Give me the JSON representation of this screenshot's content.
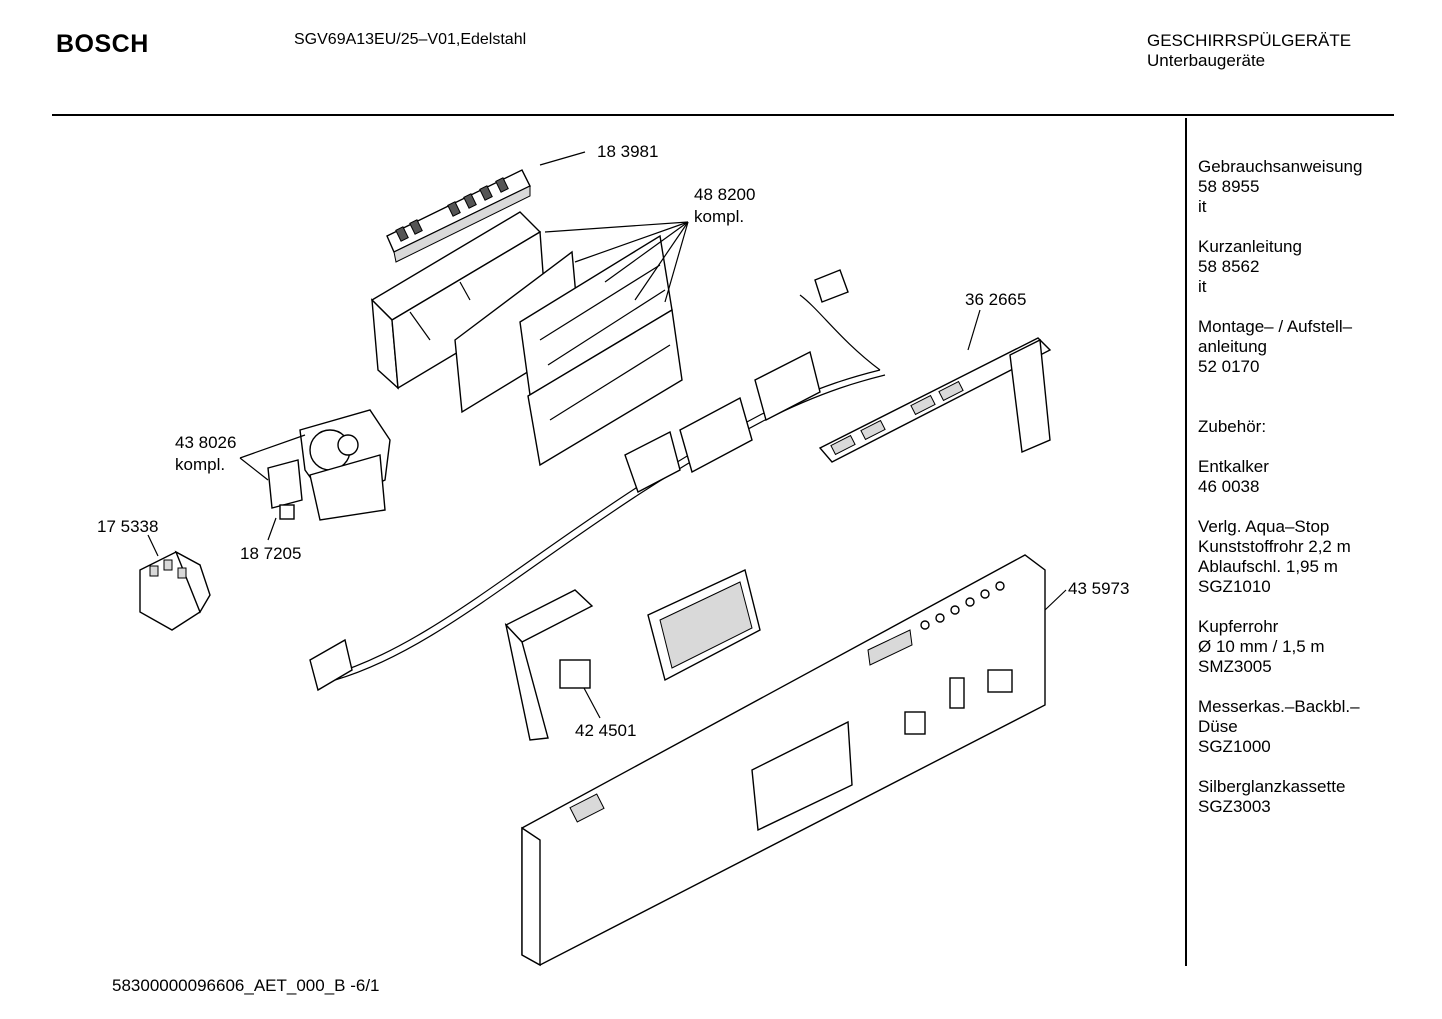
{
  "header": {
    "brand": "BOSCH",
    "model": "SGV69A13EU/25–V01,Edelstahl",
    "category_line1": "GESCHIRRSPÜLGERÄTE",
    "category_line2": "Unterbaugeräte"
  },
  "sidebar": {
    "sections": [
      {
        "lines": [
          "Gebrauchsanweisung",
          "58 8955",
          "it"
        ]
      },
      {
        "lines": [
          "Kurzanleitung",
          "58 8562",
          "it"
        ]
      },
      {
        "lines": [
          "Montage– / Aufstell–",
          "anleitung",
          "52 0170"
        ]
      },
      {
        "lines": [
          "Zubehör:"
        ]
      },
      {
        "lines": [
          "Entkalker",
          "46 0038"
        ]
      },
      {
        "lines": [
          "Verlg. Aqua–Stop",
          "Kunststoffrohr 2,2 m",
          "Ablaufschl. 1,95 m",
          "SGZ1010"
        ]
      },
      {
        "lines": [
          "Kupferrohr",
          "Ø 10 mm / 1,5 m",
          "SMZ3005"
        ]
      },
      {
        "lines": [
          "Messerkas.–Backbl.–",
          "Düse",
          "SGZ1000"
        ]
      },
      {
        "lines": [
          "Silberglanzkassette",
          "SGZ3003"
        ]
      }
    ]
  },
  "parts": {
    "p183981": "18 3981",
    "p488200": "48 8200",
    "p488200_note": "kompl.",
    "p362665": "36 2665",
    "p438026": "43 8026",
    "p438026_note": "kompl.",
    "p175338": "17 5338",
    "p187205": "18 7205",
    "p435973": "43 5973",
    "p424501": "42 4501"
  },
  "footer": {
    "code": "58300000096606_AET_000_B  -6/1"
  }
}
